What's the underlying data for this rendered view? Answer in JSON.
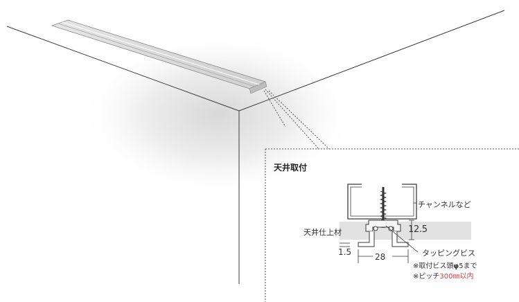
{
  "detail": {
    "title": "天井取付",
    "channel_label": "チャンネルなど",
    "ceiling_finish_label": "天井仕上材",
    "dim_thickness": "12.5",
    "dim_flange": "1.5",
    "dim_width": "28",
    "screw_label": "タッピングビス",
    "note_screw_prefix": "※取付ビス頭",
    "note_screw_symbol": "φ",
    "note_screw_suffix": "5まで",
    "note_pitch_prefix": "※ピッチ",
    "note_pitch_value": "300㎜以内"
  },
  "colors": {
    "line": "#3a3a3a",
    "accent_red": "#e0393e",
    "ceiling_band": "#e2e2e2",
    "rail": "#dcdcdc"
  }
}
